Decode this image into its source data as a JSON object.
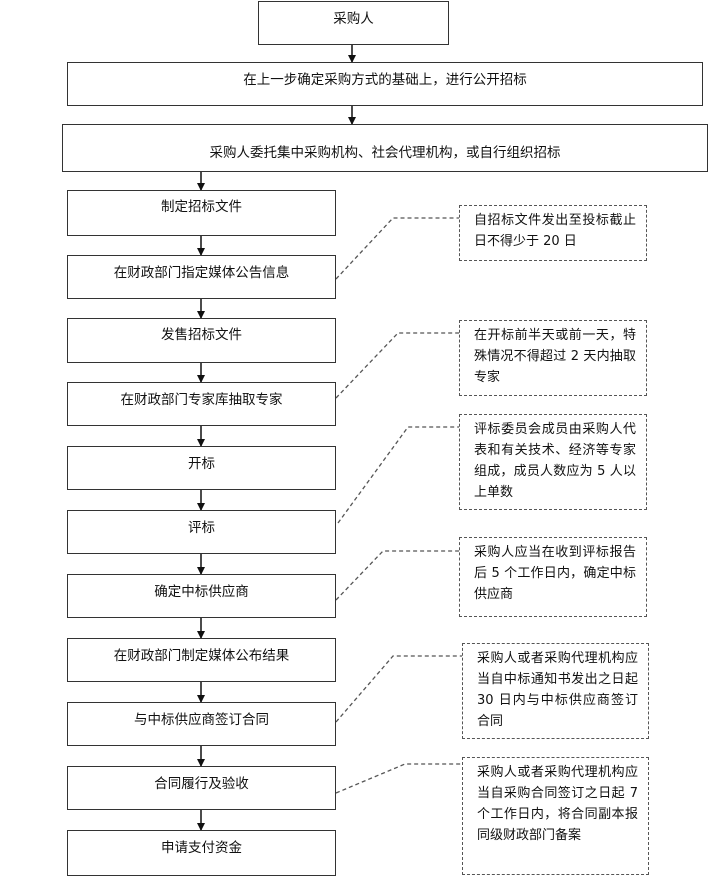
{
  "diagram": {
    "steps": [
      "采购人",
      "在上一步确定采购方式的基础上，进行公开招标",
      "采购人委托集中采购机构、社会代理机构，或自行组织招标",
      "制定招标文件",
      "在财政部门指定媒体公告信息",
      "发售招标文件",
      "在财政部门专家库抽取专家",
      "开标",
      "评标",
      "确定中标供应商",
      "在财政部门制定媒体公布结果",
      "与中标供应商签订合同",
      "合同履行及验收",
      "申请支付资金"
    ],
    "notes": [
      "自招标文件发出至投标截止日不得少于 20 日",
      "在开标前半天或前一天，特殊情况不得超过 2 天内抽取专家",
      "评标委员会成员由采购人代表和有关技术、经济等专家组成，成员人数应为 5 人以上单数",
      "采购人应当在收到评标报告后 5 个工作日内，确定中标供应商",
      "采购人或者采购代理机构应当自中标通知书发出之日起 30 日内与中标供应商签订合同",
      "采购人或者采购代理机构应当自采购合同签订之日起 7 个工作日内，将合同副本报同级财政部门备案"
    ]
  }
}
